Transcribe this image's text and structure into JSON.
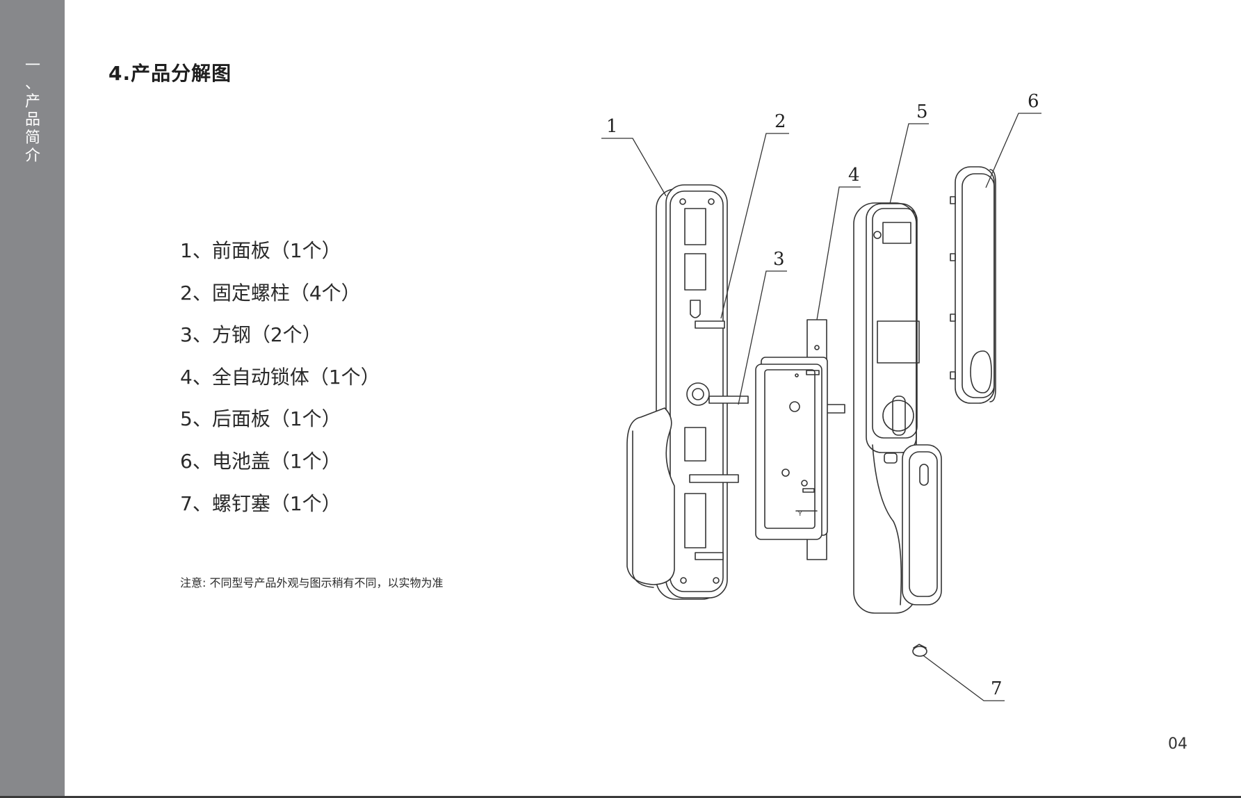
{
  "sidebar": {
    "chars": [
      "一",
      "、",
      "产",
      "品",
      "简",
      "介"
    ]
  },
  "title": "4.产品分解图",
  "parts": [
    "1、前面板（1个）",
    "2、固定螺柱（4个）",
    "3、方钢（2个）",
    "4、全自动锁体（1个）",
    "5、后面板（1个）",
    "6、电池盖（1个）",
    "7、螺钉塞（1个）"
  ],
  "note": "注意: 不同型号产品外观与图示稍有不同，以实物为准",
  "page_number": "04",
  "diagram": {
    "callouts": [
      "1",
      "2",
      "3",
      "4",
      "5",
      "6",
      "7"
    ],
    "lock_body_label": "Y"
  }
}
